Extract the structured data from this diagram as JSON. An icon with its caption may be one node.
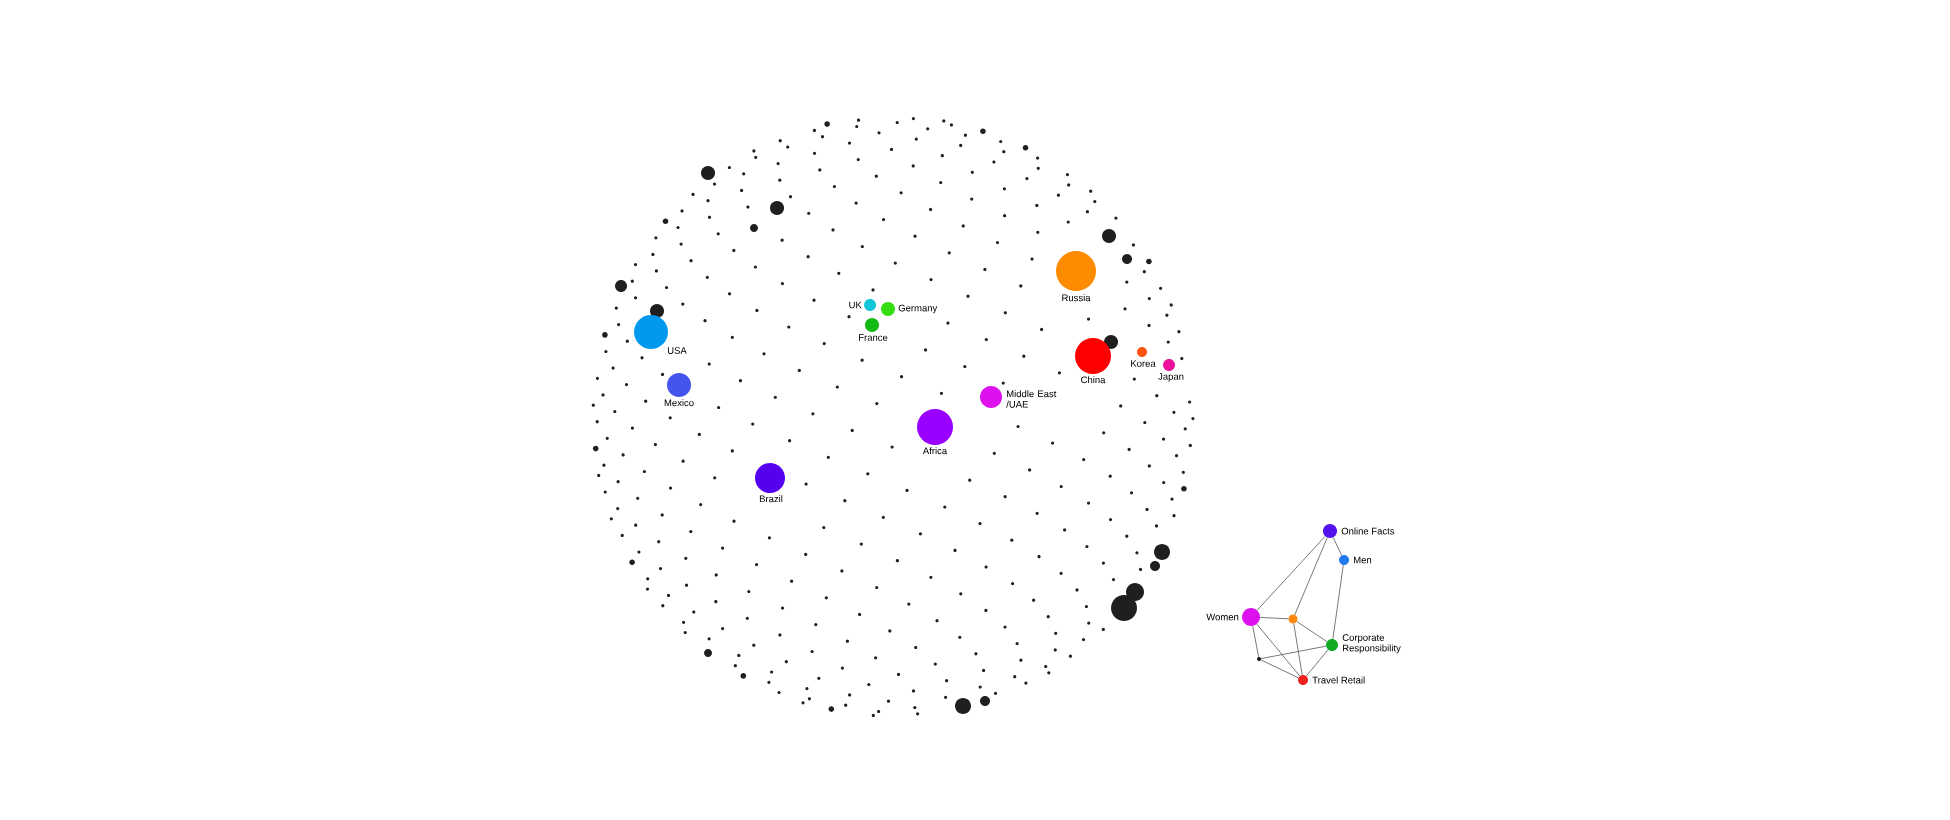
{
  "diagram": {
    "nodes": [
      {
        "text": [
          "Russia"
        ]
      },
      {
        "text": [
          "UK"
        ]
      },
      {
        "text": [
          "Germany"
        ]
      },
      {
        "text": [
          "France"
        ]
      },
      {
        "text": [
          "China"
        ]
      },
      {
        "text": [
          "Korea"
        ]
      },
      {
        "text": [
          "Japan"
        ]
      },
      {
        "text": [
          "USA"
        ]
      },
      {
        "text": [
          "Mexico"
        ]
      },
      {
        "text": [
          "Middle East /UAE"
        ]
      },
      {
        "text": [
          "Africa"
        ]
      },
      {
        "text": [
          "Brazil"
        ]
      },
      {
        "text": [
          "Online Facts"
        ]
      },
      {
        "text": [
          "Men"
        ]
      },
      {
        "text": [
          "Women"
        ]
      },
      {
        "text": [],
        "shape": "circle"
      },
      {
        "text": [
          "Corporate Responsibility"
        ]
      },
      {
        "text": [],
        "shape": "circle"
      },
      {
        "text": [
          "Travel Retail"
        ]
      }
    ],
    "edges": [
      {
        "from": 12,
        "to": 14,
        "arrow": "none"
      },
      {
        "from": 12,
        "to": 15,
        "arrow": "none"
      },
      {
        "from": 12,
        "to": 13,
        "arrow": "none"
      },
      {
        "from": 13,
        "to": 16,
        "arrow": "none"
      },
      {
        "from": 14,
        "to": 15,
        "arrow": "none"
      },
      {
        "from": 15,
        "to": 16,
        "arrow": "none"
      },
      {
        "from": 15,
        "to": 18,
        "arrow": "none"
      },
      {
        "from": 14,
        "to": 17,
        "arrow": "none"
      },
      {
        "from": 14,
        "to": 18,
        "arrow": "none"
      },
      {
        "from": 17,
        "to": 16,
        "arrow": "none"
      },
      {
        "from": 17,
        "to": 18,
        "arrow": "none"
      },
      {
        "from": 16,
        "to": 18,
        "arrow": "none"
      }
    ]
  }
}
